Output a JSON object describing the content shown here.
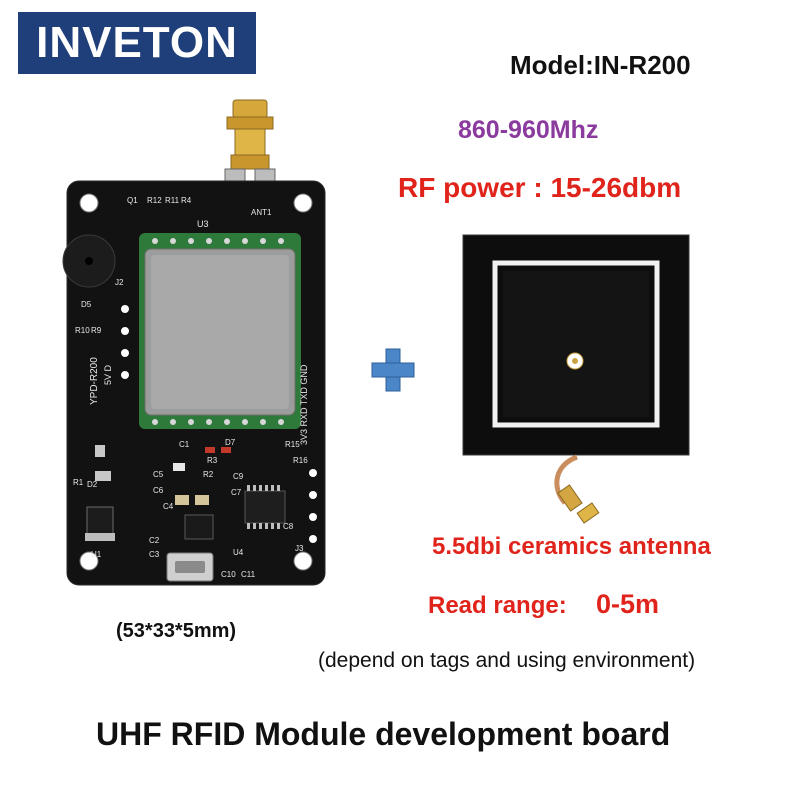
{
  "brand": "INVETON",
  "model": "Model:IN-R200",
  "frequency": "860-960Mhz",
  "rf_power": "RF power : 15-26dbm",
  "antenna_label": "5.5dbi ceramics antenna",
  "read_range_label": "Read range:",
  "read_range_value": "0-5m",
  "dimensions": "(53*33*5mm)",
  "depend_note": "(depend on tags and using environment)",
  "footer_title": "UHF RFID Module development board",
  "board_silkscreen": {
    "module_name": "YPD-R200",
    "pins": "3V3 RXD TXD GND",
    "pin_note": "5V D",
    "chip_label": "U3",
    "labels": [
      "Q1",
      "R12",
      "R11",
      "R4",
      "J2",
      "D5",
      "R10",
      "R9",
      "C1",
      "D7",
      "R3",
      "R15",
      "R16",
      "C5",
      "C6",
      "C4",
      "R2",
      "C9",
      "C7",
      "C8",
      "J3",
      "R1",
      "D2",
      "U1",
      "C2",
      "C3",
      "U4",
      "C10",
      "C11",
      "ANT1"
    ]
  },
  "colors": {
    "brand_bg": "#1f3f7a",
    "accent_red": "#e0241b",
    "accent_purple": "#8b3a9e",
    "plus_blue": "#4a86c8"
  }
}
